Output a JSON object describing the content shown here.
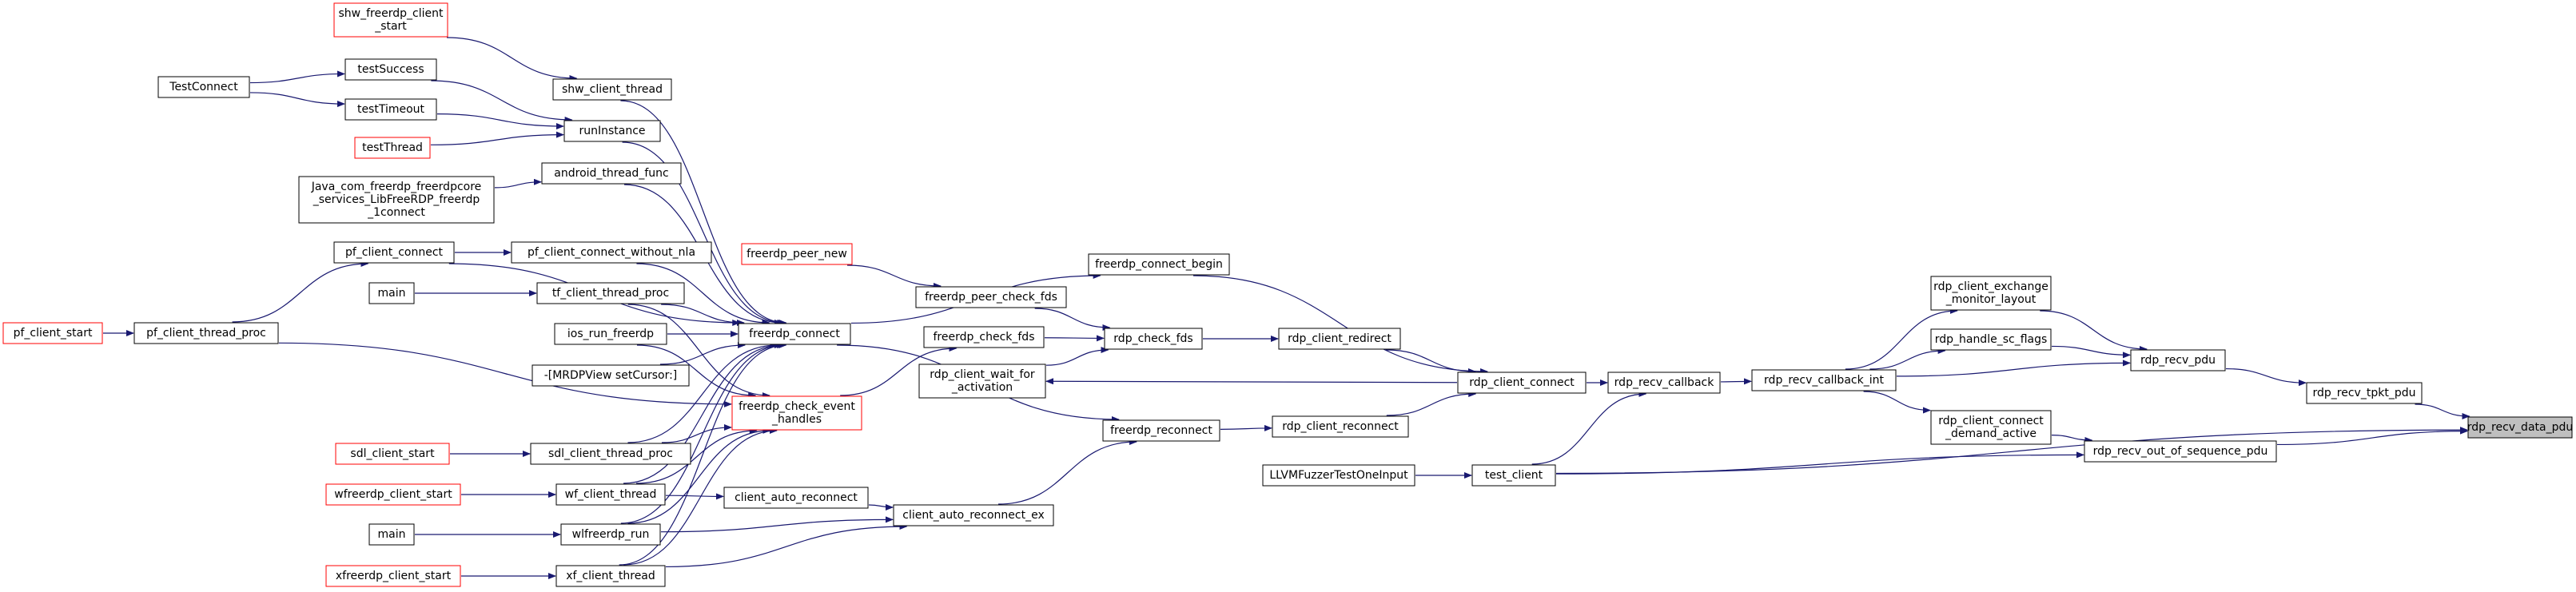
{
  "colors": {
    "edge": "#191970",
    "node_border": "#000000",
    "truncated_border": "#ff0000",
    "highlight_fill": "#bfbfbf",
    "node_fill": "#ffffff"
  },
  "nodes": [
    {
      "id": "rdp_recv_data_pdu",
      "lines": [
        "rdp_recv_data_pdu"
      ],
      "style": "highlight"
    },
    {
      "id": "rdp_recv_tpkt_pdu",
      "lines": [
        "rdp_recv_tpkt_pdu"
      ],
      "style": "normal"
    },
    {
      "id": "rdp_recv_out_of_sequence_pdu",
      "lines": [
        "rdp_recv_out_of_sequence_pdu"
      ],
      "style": "normal"
    },
    {
      "id": "test_client",
      "lines": [
        "test_client"
      ],
      "style": "normal"
    },
    {
      "id": "LLVMFuzzerTestOneInput",
      "lines": [
        "LLVMFuzzerTestOneInput"
      ],
      "style": "normal"
    },
    {
      "id": "rdp_recv_pdu",
      "lines": [
        "rdp_recv_pdu"
      ],
      "style": "normal"
    },
    {
      "id": "rdp_client_connect_demand_active",
      "lines": [
        "rdp_client_connect",
        "_demand_active"
      ],
      "style": "normal"
    },
    {
      "id": "rdp_recv_callback_int",
      "lines": [
        "rdp_recv_callback_int"
      ],
      "style": "normal"
    },
    {
      "id": "rdp_client_exchange_monitor_layout",
      "lines": [
        "rdp_client_exchange",
        "_monitor_layout"
      ],
      "style": "normal"
    },
    {
      "id": "rdp_handle_sc_flags",
      "lines": [
        "rdp_handle_sc_flags"
      ],
      "style": "normal"
    },
    {
      "id": "rdp_recv_callback",
      "lines": [
        "rdp_recv_callback"
      ],
      "style": "normal"
    },
    {
      "id": "rdp_client_connect",
      "lines": [
        "rdp_client_connect"
      ],
      "style": "normal"
    },
    {
      "id": "freerdp_connect_begin",
      "lines": [
        "freerdp_connect_begin"
      ],
      "style": "normal"
    },
    {
      "id": "rdp_client_redirect",
      "lines": [
        "rdp_client_redirect"
      ],
      "style": "normal"
    },
    {
      "id": "rdp_client_reconnect",
      "lines": [
        "rdp_client_reconnect"
      ],
      "style": "normal"
    },
    {
      "id": "rdp_check_fds",
      "lines": [
        "rdp_check_fds"
      ],
      "style": "normal"
    },
    {
      "id": "freerdp_reconnect",
      "lines": [
        "freerdp_reconnect"
      ],
      "style": "normal"
    },
    {
      "id": "freerdp_peer_check_fds",
      "lines": [
        "freerdp_peer_check_fds"
      ],
      "style": "normal"
    },
    {
      "id": "freerdp_check_fds",
      "lines": [
        "freerdp_check_fds"
      ],
      "style": "normal"
    },
    {
      "id": "rdp_client_wait_for_activation",
      "lines": [
        "rdp_client_wait_for",
        "_activation"
      ],
      "style": "normal"
    },
    {
      "id": "freerdp_peer_new",
      "lines": [
        "freerdp_peer_new"
      ],
      "style": "truncated"
    },
    {
      "id": "client_auto_reconnect_ex",
      "lines": [
        "client_auto_reconnect_ex"
      ],
      "style": "normal"
    },
    {
      "id": "client_auto_reconnect",
      "lines": [
        "client_auto_reconnect"
      ],
      "style": "normal"
    },
    {
      "id": "freerdp_connect",
      "lines": [
        "freerdp_connect"
      ],
      "style": "normal"
    },
    {
      "id": "freerdp_check_event_handles",
      "lines": [
        "freerdp_check_event",
        "_handles"
      ],
      "style": "truncated"
    },
    {
      "id": "shw_client_thread",
      "lines": [
        "shw_client_thread"
      ],
      "style": "normal"
    },
    {
      "id": "runInstance",
      "lines": [
        "runInstance"
      ],
      "style": "normal"
    },
    {
      "id": "android_thread_func",
      "lines": [
        "android_thread_func"
      ],
      "style": "normal"
    },
    {
      "id": "pf_client_connect_without_nla",
      "lines": [
        "pf_client_connect_without_nla"
      ],
      "style": "normal"
    },
    {
      "id": "tf_client_thread_proc",
      "lines": [
        "tf_client_thread_proc"
      ],
      "style": "normal"
    },
    {
      "id": "ios_run_freerdp",
      "lines": [
        "ios_run_freerdp"
      ],
      "style": "normal"
    },
    {
      "id": "MRDPView_setCursor",
      "lines": [
        "-[MRDPView setCursor:]"
      ],
      "style": "normal"
    },
    {
      "id": "sdl_client_thread_proc",
      "lines": [
        "sdl_client_thread_proc"
      ],
      "style": "normal"
    },
    {
      "id": "wf_client_thread",
      "lines": [
        "wf_client_thread"
      ],
      "style": "normal"
    },
    {
      "id": "wlfreerdp_run",
      "lines": [
        "wlfreerdp_run"
      ],
      "style": "normal"
    },
    {
      "id": "xf_client_thread",
      "lines": [
        "xf_client_thread"
      ],
      "style": "normal"
    },
    {
      "id": "shw_freerdp_client_start",
      "lines": [
        "shw_freerdp_client",
        "_start"
      ],
      "style": "truncated"
    },
    {
      "id": "testSuccess",
      "lines": [
        "testSuccess"
      ],
      "style": "normal"
    },
    {
      "id": "testTimeout",
      "lines": [
        "testTimeout"
      ],
      "style": "normal"
    },
    {
      "id": "testThread",
      "lines": [
        "testThread"
      ],
      "style": "truncated"
    },
    {
      "id": "TestConnect",
      "lines": [
        "TestConnect"
      ],
      "style": "normal"
    },
    {
      "id": "java_connect",
      "lines": [
        "Java_com_freerdp_freerdpcore",
        "_services_LibFreeRDP_freerdp",
        "_1connect"
      ],
      "style": "normal"
    },
    {
      "id": "pf_client_connect",
      "lines": [
        "pf_client_connect"
      ],
      "style": "normal"
    },
    {
      "id": "pf_client_thread_proc",
      "lines": [
        "pf_client_thread_proc"
      ],
      "style": "normal"
    },
    {
      "id": "pf_client_start",
      "lines": [
        "pf_client_start"
      ],
      "style": "truncated"
    },
    {
      "id": "main_tf",
      "lines": [
        "main"
      ],
      "style": "normal"
    },
    {
      "id": "sdl_client_start",
      "lines": [
        "sdl_client_start"
      ],
      "style": "truncated"
    },
    {
      "id": "wfreerdp_client_start",
      "lines": [
        "wfreerdp_client_start"
      ],
      "style": "truncated"
    },
    {
      "id": "main_wl",
      "lines": [
        "main"
      ],
      "style": "normal"
    },
    {
      "id": "xfreerdp_client_start",
      "lines": [
        "xfreerdp_client_start"
      ],
      "style": "truncated"
    }
  ],
  "edges": [
    [
      "rdp_recv_tpkt_pdu",
      "rdp_recv_data_pdu"
    ],
    [
      "rdp_recv_out_of_sequence_pdu",
      "rdp_recv_data_pdu"
    ],
    [
      "test_client",
      "rdp_recv_data_pdu"
    ],
    [
      "rdp_recv_pdu",
      "rdp_recv_tpkt_pdu"
    ],
    [
      "rdp_client_connect_demand_active",
      "rdp_recv_out_of_sequence_pdu"
    ],
    [
      "test_client",
      "rdp_recv_out_of_sequence_pdu"
    ],
    [
      "LLVMFuzzerTestOneInput",
      "test_client"
    ],
    [
      "rdp_recv_callback_int",
      "rdp_recv_pdu"
    ],
    [
      "rdp_client_exchange_monitor_layout",
      "rdp_recv_pdu"
    ],
    [
      "rdp_handle_sc_flags",
      "rdp_recv_pdu"
    ],
    [
      "rdp_recv_callback_int",
      "rdp_client_connect_demand_active"
    ],
    [
      "rdp_recv_callback",
      "rdp_recv_callback_int"
    ],
    [
      "rdp_recv_callback_int",
      "rdp_client_exchange_monitor_layout"
    ],
    [
      "rdp_recv_callback_int",
      "rdp_handle_sc_flags"
    ],
    [
      "rdp_client_connect",
      "rdp_recv_callback"
    ],
    [
      "test_client",
      "rdp_recv_callback"
    ],
    [
      "freerdp_connect_begin",
      "rdp_client_connect"
    ],
    [
      "rdp_client_redirect",
      "rdp_client_connect"
    ],
    [
      "rdp_client_reconnect",
      "rdp_client_connect"
    ],
    [
      "rdp_client_connect",
      "rdp_client_wait_for_activation"
    ],
    [
      "rdp_check_fds",
      "rdp_client_redirect"
    ],
    [
      "freerdp_reconnect",
      "rdp_client_reconnect"
    ],
    [
      "freerdp_peer_check_fds",
      "rdp_check_fds"
    ],
    [
      "freerdp_check_fds",
      "rdp_check_fds"
    ],
    [
      "rdp_client_wait_for_activation",
      "rdp_check_fds"
    ],
    [
      "freerdp_peer_new",
      "freerdp_peer_check_fds"
    ],
    [
      "freerdp_check_event_handles",
      "freerdp_check_fds"
    ],
    [
      "client_auto_reconnect_ex",
      "freerdp_reconnect"
    ],
    [
      "freerdp_connect",
      "freerdp_reconnect"
    ],
    [
      "freerdp_connect",
      "freerdp_connect_begin"
    ],
    [
      "client_auto_reconnect",
      "client_auto_reconnect_ex"
    ],
    [
      "wlfreerdp_run",
      "client_auto_reconnect_ex"
    ],
    [
      "xf_client_thread",
      "client_auto_reconnect_ex"
    ],
    [
      "wf_client_thread",
      "client_auto_reconnect"
    ],
    [
      "shw_client_thread",
      "freerdp_connect"
    ],
    [
      "runInstance",
      "freerdp_connect"
    ],
    [
      "android_thread_func",
      "freerdp_connect"
    ],
    [
      "pf_client_connect",
      "freerdp_connect"
    ],
    [
      "pf_client_connect_without_nla",
      "freerdp_connect"
    ],
    [
      "tf_client_thread_proc",
      "freerdp_connect"
    ],
    [
      "ios_run_freerdp",
      "freerdp_connect"
    ],
    [
      "MRDPView_setCursor",
      "freerdp_connect"
    ],
    [
      "sdl_client_thread_proc",
      "freerdp_connect"
    ],
    [
      "wf_client_thread",
      "freerdp_connect"
    ],
    [
      "wlfreerdp_run",
      "freerdp_connect"
    ],
    [
      "xf_client_thread",
      "freerdp_connect"
    ],
    [
      "tf_client_thread_proc",
      "freerdp_check_event_handles"
    ],
    [
      "ios_run_freerdp",
      "freerdp_check_event_handles"
    ],
    [
      "pf_client_thread_proc",
      "freerdp_check_event_handles"
    ],
    [
      "sdl_client_thread_proc",
      "freerdp_check_event_handles"
    ],
    [
      "wf_client_thread",
      "freerdp_check_event_handles"
    ],
    [
      "wlfreerdp_run",
      "freerdp_check_event_handles"
    ],
    [
      "xf_client_thread",
      "freerdp_check_event_handles"
    ],
    [
      "shw_freerdp_client_start",
      "shw_client_thread"
    ],
    [
      "testSuccess",
      "runInstance"
    ],
    [
      "testTimeout",
      "runInstance"
    ],
    [
      "testThread",
      "runInstance"
    ],
    [
      "java_connect",
      "android_thread_func"
    ],
    [
      "pf_client_connect",
      "pf_client_connect_without_nla"
    ],
    [
      "pf_client_thread_proc",
      "pf_client_connect"
    ],
    [
      "pf_client_start",
      "pf_client_thread_proc"
    ],
    [
      "main_tf",
      "tf_client_thread_proc"
    ],
    [
      "sdl_client_start",
      "sdl_client_thread_proc"
    ],
    [
      "wfreerdp_client_start",
      "wf_client_thread"
    ],
    [
      "main_wl",
      "wlfreerdp_run"
    ],
    [
      "xfreerdp_client_start",
      "xf_client_thread"
    ],
    [
      "TestConnect",
      "testSuccess"
    ],
    [
      "TestConnect",
      "testTimeout"
    ]
  ]
}
